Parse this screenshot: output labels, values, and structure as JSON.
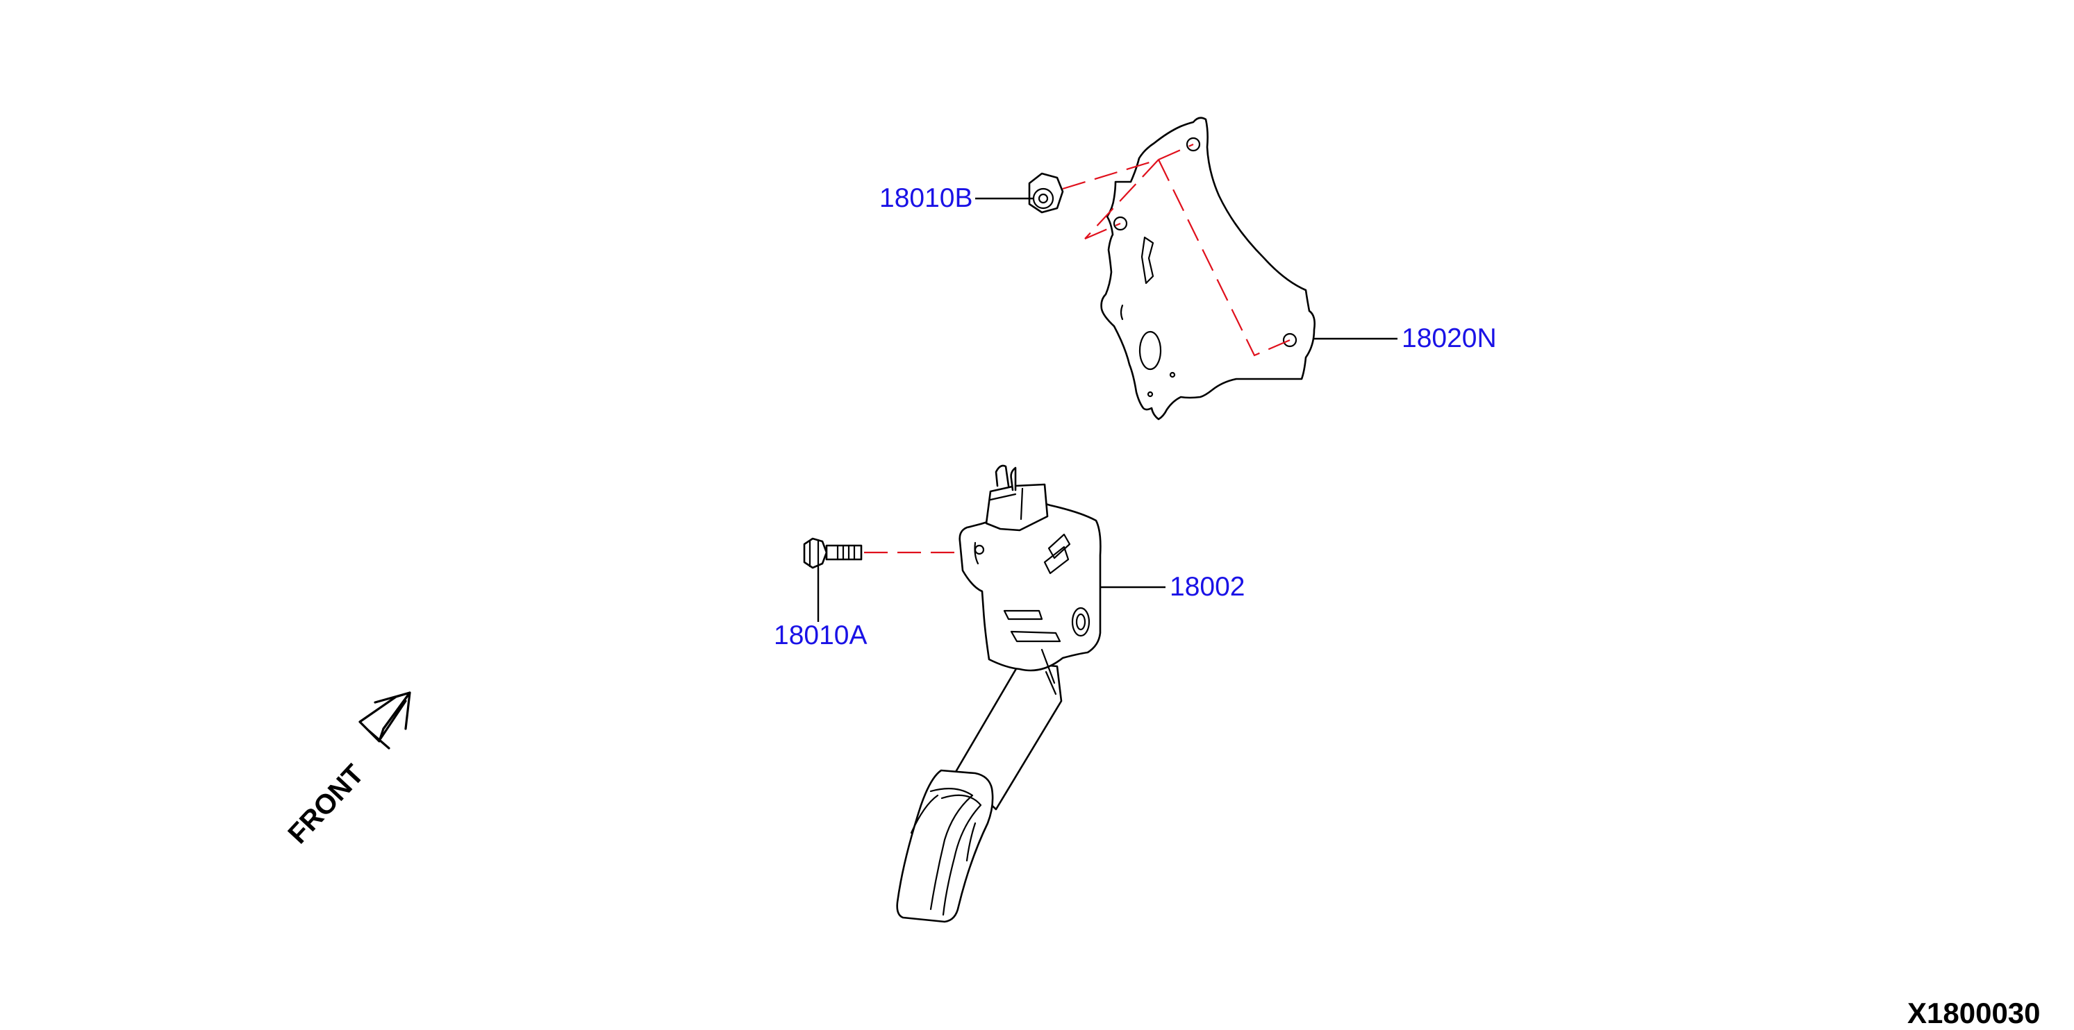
{
  "parts": {
    "bolt_label": "18010A",
    "nut_label": "18010B",
    "pedal_label": "18002",
    "bracket_label": "18020N"
  },
  "orientation": {
    "front_label": "FRONT"
  },
  "diagram_code": "X1800030",
  "colors": {
    "part_label": "#1a12e6",
    "dashed_line": "#e0101c",
    "line_art": "#000000"
  }
}
